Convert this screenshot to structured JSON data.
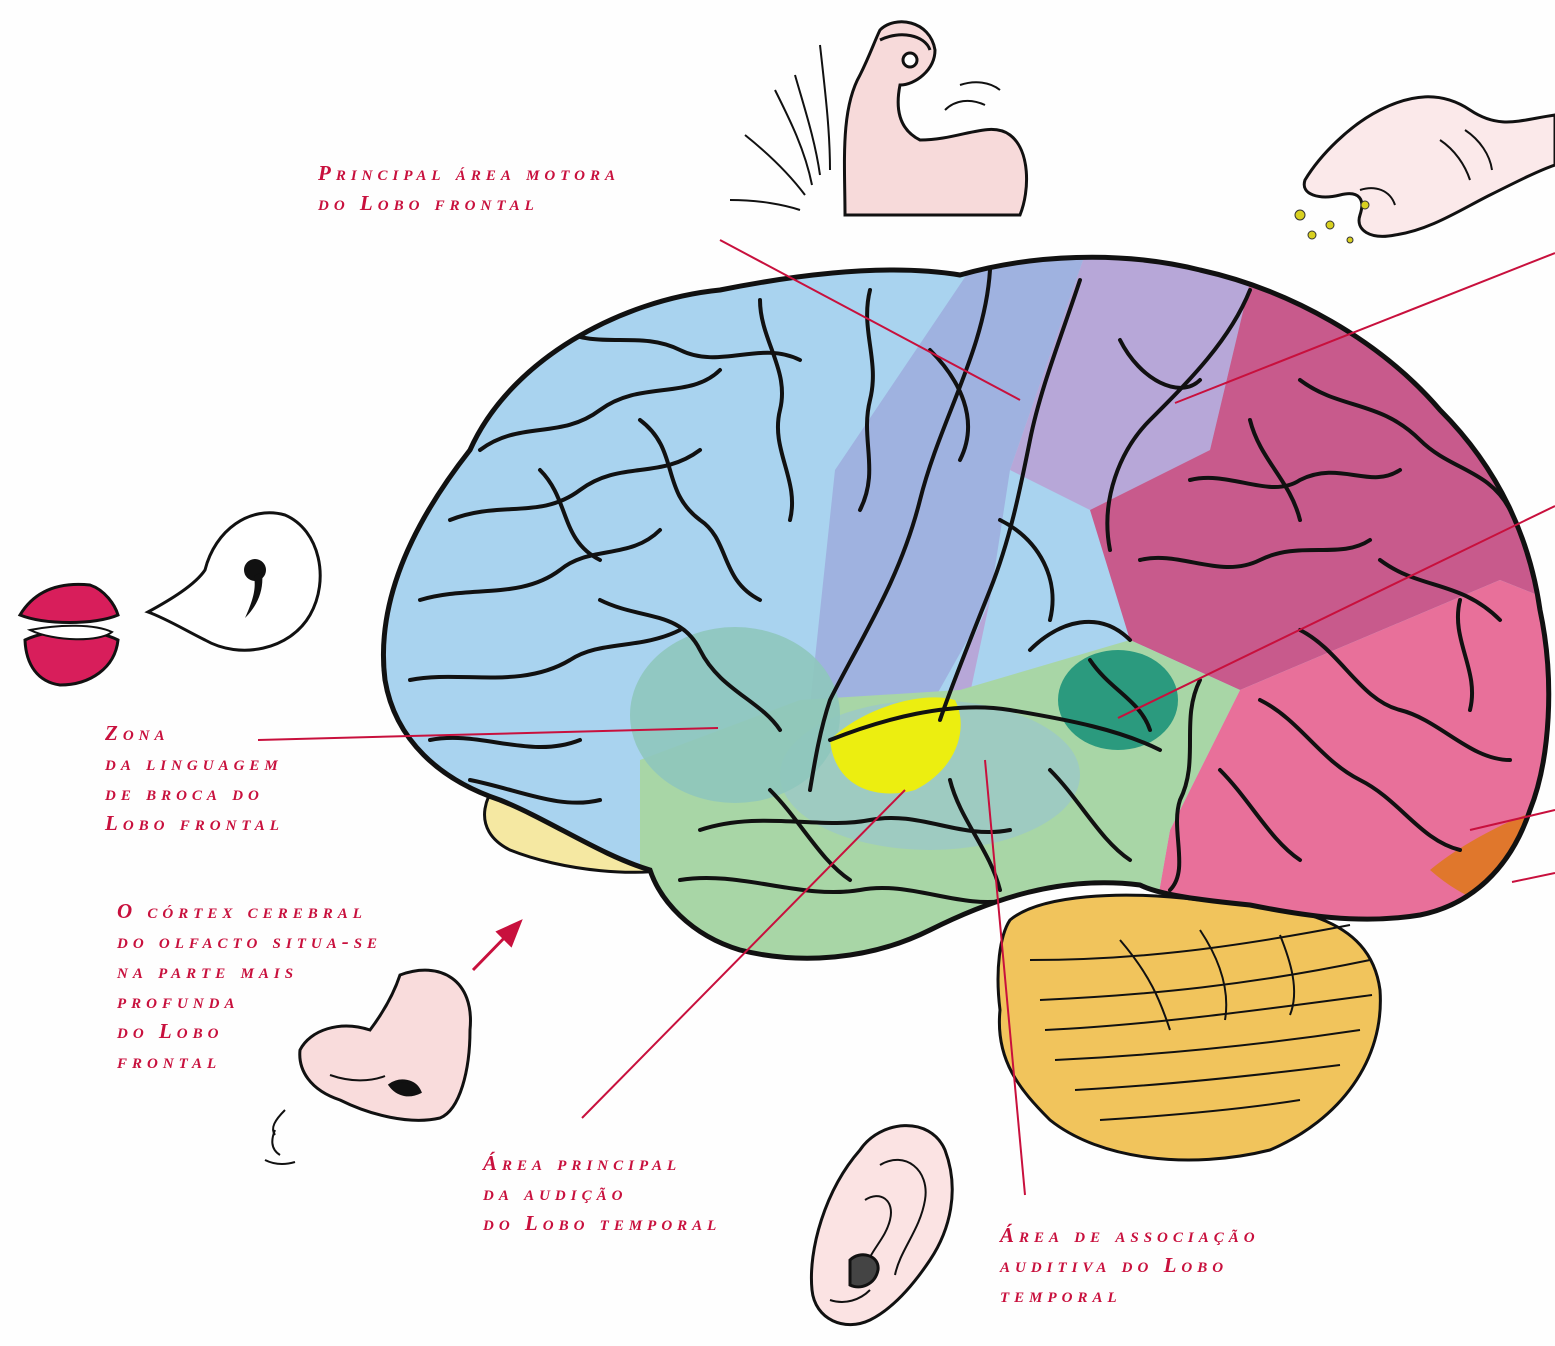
{
  "colors": {
    "label": "#c8103d",
    "frontal_lobe": "#a9d3ef",
    "motor_area": "#9fb2e0",
    "sensory_area": "#b7a7d8",
    "parietal_lobe": "#c85a8c",
    "occipital_lobe": "#e8709a",
    "visual_area": "#e0772c",
    "temporal_lobe": "#a8d6a6",
    "auditory_area": "#ecee10",
    "auditory_association": "#9cc9c6",
    "broca_area": "#8ec7bc",
    "wernicke_area": "#2b9a7e",
    "cerebellum": "#f1c45c",
    "brainstem": "#f5e8a2"
  },
  "icons": [
    "arm-icon",
    "hand-icon",
    "mouth-icon",
    "speech-bubble-icon",
    "nose-icon",
    "ear-icon"
  ],
  "labels": {
    "motor": [
      "Principal área motora",
      "do Lobo frontal"
    ],
    "broca": [
      "Zona",
      "da linguagem",
      "de broca do",
      "Lobo frontal"
    ],
    "olfactory": [
      "O córtex cerebral",
      "do olfacto situa-se",
      "na parte mais",
      "profunda",
      "do Lobo",
      "frontal"
    ],
    "hearing": [
      "Área principal",
      "da audição",
      "do Lobo temporal"
    ],
    "association": [
      "Área de associação",
      "auditiva do Lobo",
      "temporal"
    ]
  }
}
